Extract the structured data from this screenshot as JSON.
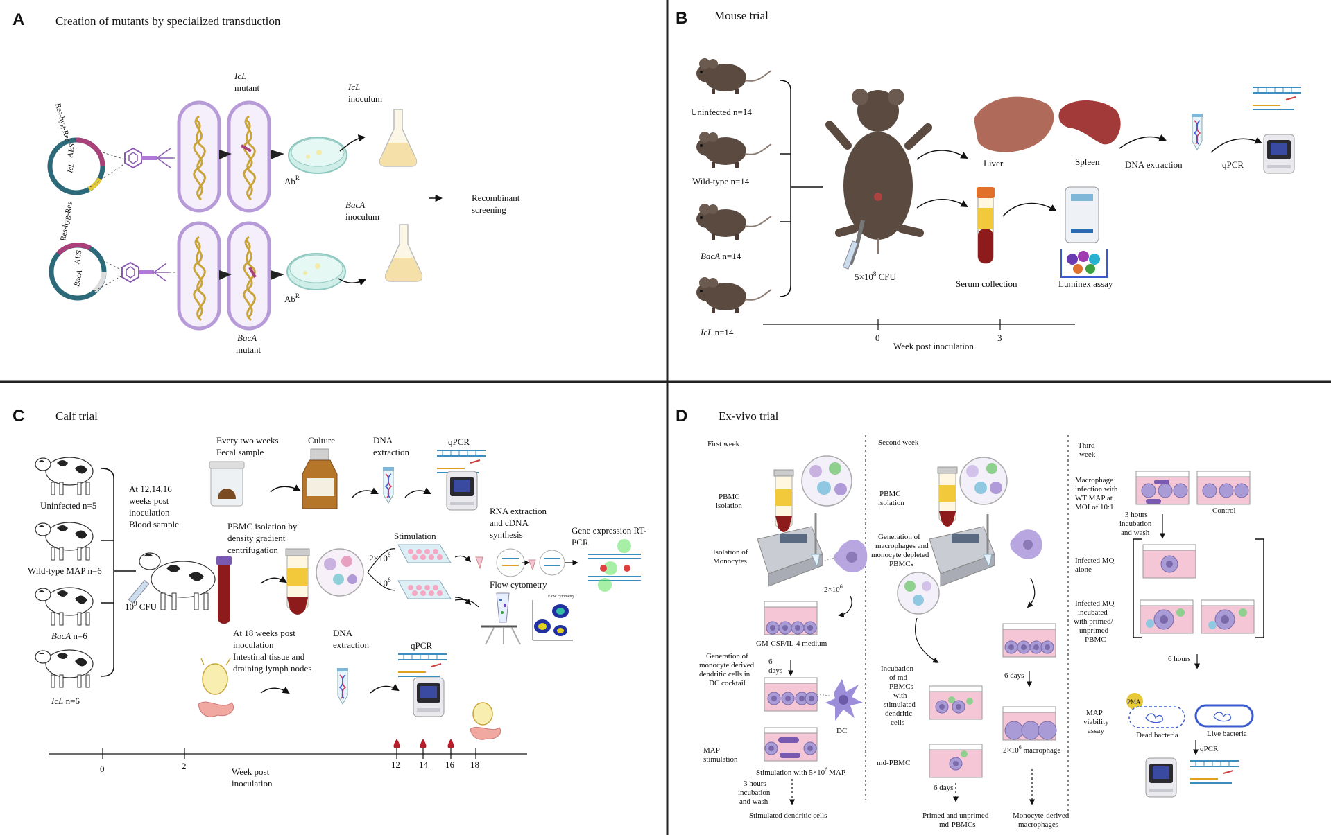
{
  "panels": {
    "A": {
      "letter": "A",
      "title": "Creation of mutants by specialized transduction",
      "plasmid1_cassette": "Res-hyg-Res",
      "plasmid1_gene": "IcL",
      "plasmid1_suffix": "AES",
      "plasmid2_cassette": "Res-hyg-Res",
      "plasmid2_gene": "BacA",
      "plasmid2_suffix": "AES",
      "icl_mutant_gene": "IcL",
      "icl_mutant_word": "mutant",
      "baca_mutant_gene": "BacA",
      "baca_mutant_word": "mutant",
      "icl_inoculum_gene": "IcL",
      "icl_inoculum_word": "inoculum",
      "baca_inoculum_gene": "BacA",
      "baca_inoculum_word": "inoculum",
      "abr1": "Ab",
      "abr1_sup": "R",
      "abr2": "Ab",
      "abr2_sup": "R",
      "recombinant_line1": "Recombinant",
      "recombinant_line2": "screening"
    },
    "B": {
      "letter": "B",
      "title": "Mouse trial",
      "groups": [
        {
          "name": "Uninfected",
          "n": "n=14",
          "italic": false
        },
        {
          "name": "Wild-type",
          "n": "n=14",
          "italic": false
        },
        {
          "name": "BacA",
          "n": "n=14",
          "italic": true
        },
        {
          "name": "IcL",
          "n": "n=14",
          "italic": true
        }
      ],
      "dose_prefix": "5×10",
      "dose_exp": "8",
      "dose_unit": " CFU",
      "liver": "Liver",
      "spleen": "Spleen",
      "dna_extraction": "DNA extraction",
      "qpcr": "qPCR",
      "serum": "Serum collection",
      "luminex": "Luminex assay",
      "tick0": "0",
      "tick3": "3",
      "axis_label": "Week post inoculation"
    },
    "C": {
      "letter": "C",
      "title": "Calf trial",
      "groups": [
        {
          "name": "Uninfected",
          "n": "n=5",
          "italic": false
        },
        {
          "name": "Wild-type MAP",
          "n": "n=6",
          "italic": false
        },
        {
          "name": "BacA",
          "n": "n=6",
          "italic": true
        },
        {
          "name": "IcL",
          "n": "n=6",
          "italic": true
        }
      ],
      "sampling_lines": [
        "At 12,14,16",
        "weeks post",
        "inoculation",
        "Blood sample"
      ],
      "dose_prefix": "10",
      "dose_exp": "9",
      "dose_unit": " CFU",
      "fecal_lines": [
        "Every two weeks",
        "Fecal sample"
      ],
      "culture": "Culture",
      "dna_lines": [
        "DNA",
        "extraction"
      ],
      "qpcr_top": "qPCR",
      "pbmc_lines": [
        "PBMC isolation by",
        "density gradient",
        "centrifugation"
      ],
      "stimulation": "Stimulation",
      "well_high_prefix": "2×10",
      "well_high_exp": "6",
      "well_low_prefix": "10",
      "well_low_exp": "6",
      "rna_lines": [
        "RNA extraction",
        "and cDNA",
        "synthesis"
      ],
      "gene_lines": [
        "Gene expression RT-",
        "PCR"
      ],
      "flow": "Flow cytometry",
      "flow_plot_title": "Flow cytometry",
      "tissue_lines": [
        "At 18 weeks post",
        "inoculation",
        "Intestinal tissue and",
        "draining lymph nodes"
      ],
      "dna2_lines": [
        "DNA",
        "extraction"
      ],
      "qpcr_bottom": "qPCR",
      "ticks": [
        "0",
        "2",
        "12",
        "14",
        "16",
        "18"
      ],
      "axis_lines": [
        "Week post",
        "inoculation"
      ]
    },
    "D": {
      "letter": "D",
      "title": "Ex-vivo trial",
      "first_week": "First week",
      "second_week": "Second week",
      "third_week_lines": [
        "Third",
        "week"
      ],
      "pbmc_iso_lines": [
        "PBMC",
        "isolation"
      ],
      "mono_iso_lines": [
        "Isolation of",
        "Monocytes"
      ],
      "cells_count_prefix": "2×10",
      "cells_count_exp": "6",
      "medium": "GM-CSF/IL-4 medium",
      "gen_dc_lines": [
        "Generation of",
        "monocyte derived",
        "dendritic cells in",
        "DC cocktail"
      ],
      "six_days_lines": [
        "6",
        "days"
      ],
      "dc": "DC",
      "map_stim_lines": [
        "MAP",
        "stimulation"
      ],
      "stim_with_prefix": "Stimulation with 5×10",
      "stim_with_exp": "6",
      "stim_with_suffix": "MAP",
      "three_hours_lines": [
        "3 hours",
        "incubation",
        "and wash"
      ],
      "stimulated_dc": "Stimulated dendritic cells",
      "pbmc_iso2_lines": [
        "PBMC",
        "isolation"
      ],
      "gen_mac_lines": [
        "Generation of",
        "macrophages and",
        "monocyte depleted",
        "PBMCs"
      ],
      "incubation_lines": [
        "Incubation",
        "of md-",
        "PBMCs",
        "with",
        "stimulated",
        "dendritic",
        "cells"
      ],
      "six_days2": "6 days",
      "mac_count_prefix": "2×10",
      "mac_count_exp": "6",
      "mac_count_suffix": " macrophage",
      "md_pbmc": "md-PBMC",
      "six_days3": "6 days",
      "primed_lines": [
        "Primed and unprimed",
        "md-PBMCs"
      ],
      "mdm_lines": [
        "Monocyte-derived",
        "macrophages"
      ],
      "mac_infect_lines": [
        "Macrophage",
        "infection with",
        "WT MAP at",
        "MOI of 10:1"
      ],
      "control": "Control",
      "three_hours2_lines": [
        "3 hours",
        "incubation",
        "and wash"
      ],
      "infected_alone_lines": [
        "Infected MQ",
        "alone"
      ],
      "infected_primed_lines": [
        "Infected MQ",
        "incubated",
        "with primed/",
        "unprimed",
        "PBMC"
      ],
      "six_hours": "6 hours",
      "viability_lines": [
        "MAP",
        "viability",
        "assay"
      ],
      "pma": "PMA",
      "dead": "Dead bacteria",
      "live": "Live bacteria",
      "qpcr": "qPCR"
    }
  },
  "colors": {
    "divider": "#222222",
    "mouse": "#5a4a40",
    "cell_border": "#b79ad8",
    "dna": "#c9a43a",
    "petri": "#cfeee8",
    "flask": "#f4e0a8",
    "blood": "#8e1b1b",
    "pink_well": "#f4c6d6",
    "purple_cell": "#a99bd6",
    "liver": "#b06a5a",
    "spleen": "#a33a3a",
    "qpcr_machine": "#2a2a30"
  }
}
